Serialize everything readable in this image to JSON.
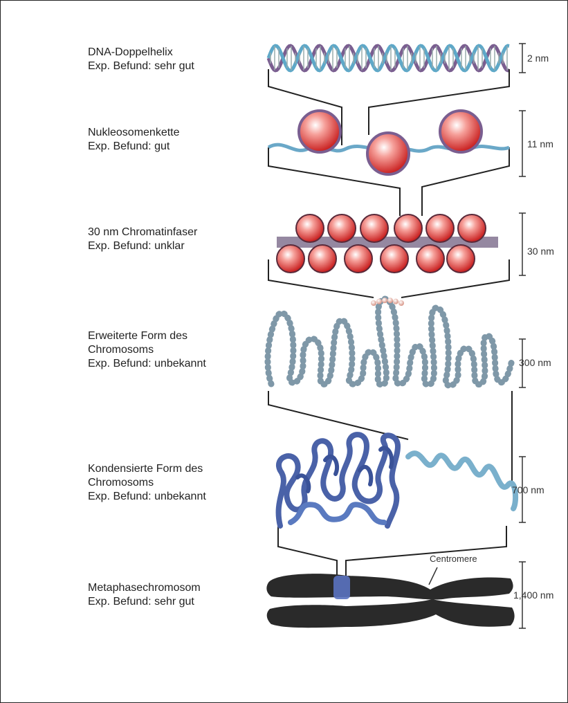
{
  "levels": [
    {
      "name": "DNA-Doppelhelix",
      "befund": "Exp. Befund: sehr gut",
      "size": "2 nm"
    },
    {
      "name": "Nukleosomenkette",
      "befund": "Exp. Befund: gut",
      "size": "11 nm"
    },
    {
      "name": "30 nm Chromatinfaser",
      "befund": "Exp. Befund: unklar",
      "size": "30 nm"
    },
    {
      "name_line1": "Erweiterte Form des",
      "name_line2": "Chromosoms",
      "befund": "Exp. Befund: unbekannt",
      "size": "300 nm"
    },
    {
      "name_line1": "Kondensierte Form des",
      "name_line2": "Chromosoms",
      "befund": "Exp. Befund: unbekannt",
      "size": "700 nm"
    },
    {
      "name": "Metaphasechromosom",
      "befund": "Exp. Befund: sehr gut",
      "size": "1,400 nm"
    }
  ],
  "centromere_label": "Centromere",
  "colors": {
    "dna_strand": "#8a6a9a",
    "dna_strand2": "#6aa8c8",
    "nucleosome": "#e84a4a",
    "bead": "#8fa8b8",
    "condensed": "#4a6ab0",
    "chromosome": "#2a2a2a"
  }
}
